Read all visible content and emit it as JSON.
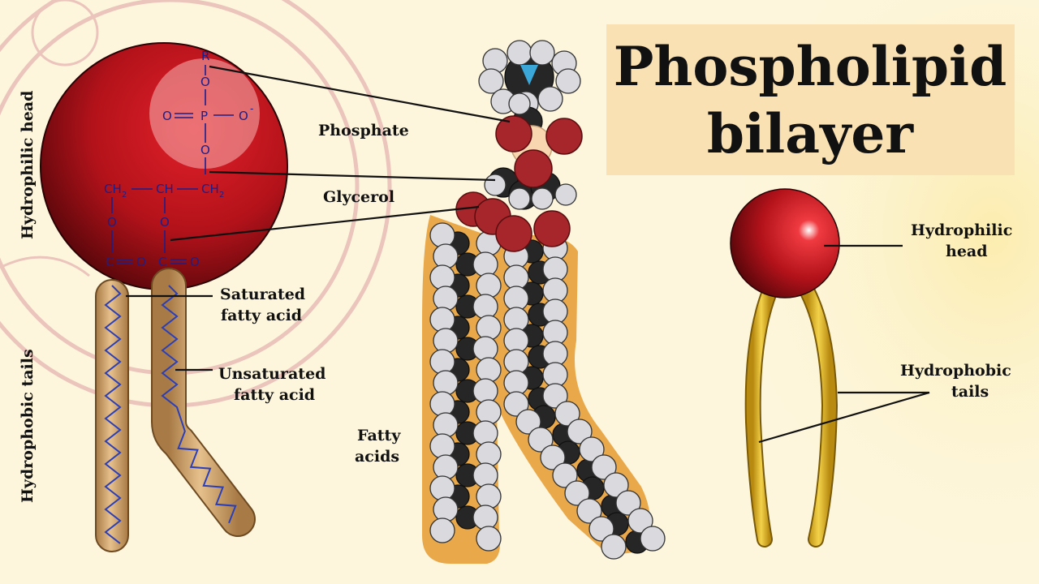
{
  "title": {
    "line1": "Phospholipid",
    "line2": "bilayer"
  },
  "side_labels": {
    "head": "Hydrophilic head",
    "tails": "Hydrophobic tails"
  },
  "chemistry": {
    "r": "R",
    "o": "O",
    "p": "P",
    "o_minus": "O",
    "minus": "-",
    "ch2": "CH",
    "sub2": "2",
    "ch": "CH",
    "c": "C",
    "dash": "—",
    "eq": "="
  },
  "labels": {
    "phosphate": "Phosphate",
    "glycerol": "Glycerol",
    "saturated_1": "Saturated",
    "saturated_2": "fatty acid",
    "unsaturated_1": "Unsaturated",
    "unsaturated_2": "fatty acid",
    "fatty_1": "Fatty",
    "fatty_2": "acids",
    "right_head_1": "Hydrophilic",
    "right_head_2": "head",
    "right_tails_1": "Hydrophobic",
    "right_tails_2": "tails"
  },
  "colors": {
    "background": "#fdf6dc",
    "head_red": "#b3121a",
    "tail_tan": "#d4a871",
    "tail_yellow": "#e8c22a",
    "chain_blue": "#2a3fb8",
    "orange_fill": "#e9a84a",
    "title_box": "#fae1b4"
  }
}
